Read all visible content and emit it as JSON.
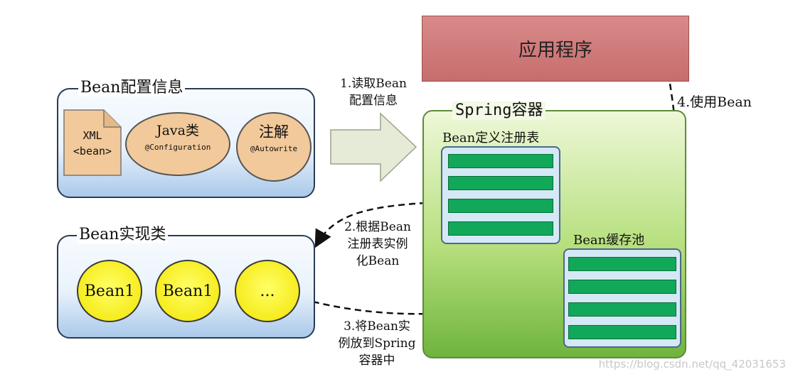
{
  "app": {
    "label": "应用程序"
  },
  "bean_config": {
    "title": "Bean配置信息",
    "xml_line1": "XML",
    "xml_line2": "<bean>",
    "java_title": "Java类",
    "java_sub": "@Configuration",
    "anno_title": "注解",
    "anno_sub": "@Autowrite"
  },
  "bean_impl": {
    "title": "Bean实现类",
    "items": [
      "Bean1",
      "Bean1",
      "..."
    ]
  },
  "spring": {
    "title": "Spring容器",
    "registry_title": "Bean定义注册表",
    "cache_title": "Bean缓存池"
  },
  "steps": {
    "step1_line1": "1.读取Bean",
    "step1_line2": "配置信息",
    "step2_line1": "2.根据Bean",
    "step2_line2": "注册表实例",
    "step2_line3": "化Bean",
    "step3_line1": "3.将Bean实",
    "step3_line2": "例放到Spring",
    "step3_line3": "容器中",
    "step4": "4.使用Bean"
  },
  "watermark": "https://blog.csdn.net/qq_42031653",
  "colors": {
    "app_fill": "#c66d6d",
    "spring_fill": "#6fb43d",
    "row_fill": "#11a85a",
    "bean_circle": "#f2e400",
    "oval_fill": "#f2c99a"
  }
}
